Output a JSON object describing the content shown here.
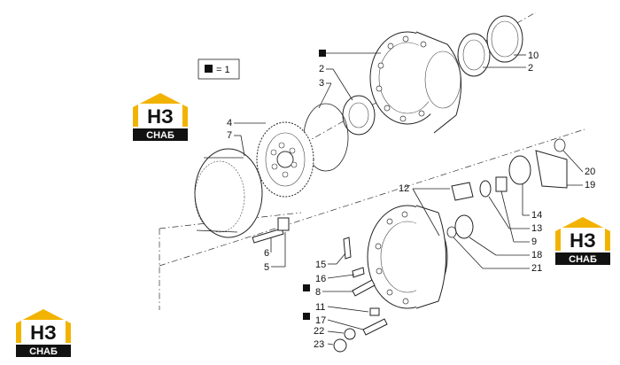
{
  "legend": {
    "text": "= 1"
  },
  "logos": [
    {
      "id": "logo-left",
      "top": "НЗ",
      "bottom": "СНАБ",
      "color": "#f2b300"
    },
    {
      "id": "logo-right",
      "top": "НЗ",
      "bottom": "СНАБ",
      "color": "#f2b300"
    },
    {
      "id": "logo-bottom",
      "top": "НЗ",
      "bottom": "СНАБ",
      "color": "#f2b300"
    }
  ],
  "callouts": [
    "2",
    "3",
    "4",
    "7",
    "6",
    "5",
    "10",
    "2",
    "20",
    "19",
    "14",
    "13",
    "9",
    "18",
    "21",
    "12",
    "15",
    "16",
    "8",
    "11",
    "17",
    "22",
    "23"
  ]
}
